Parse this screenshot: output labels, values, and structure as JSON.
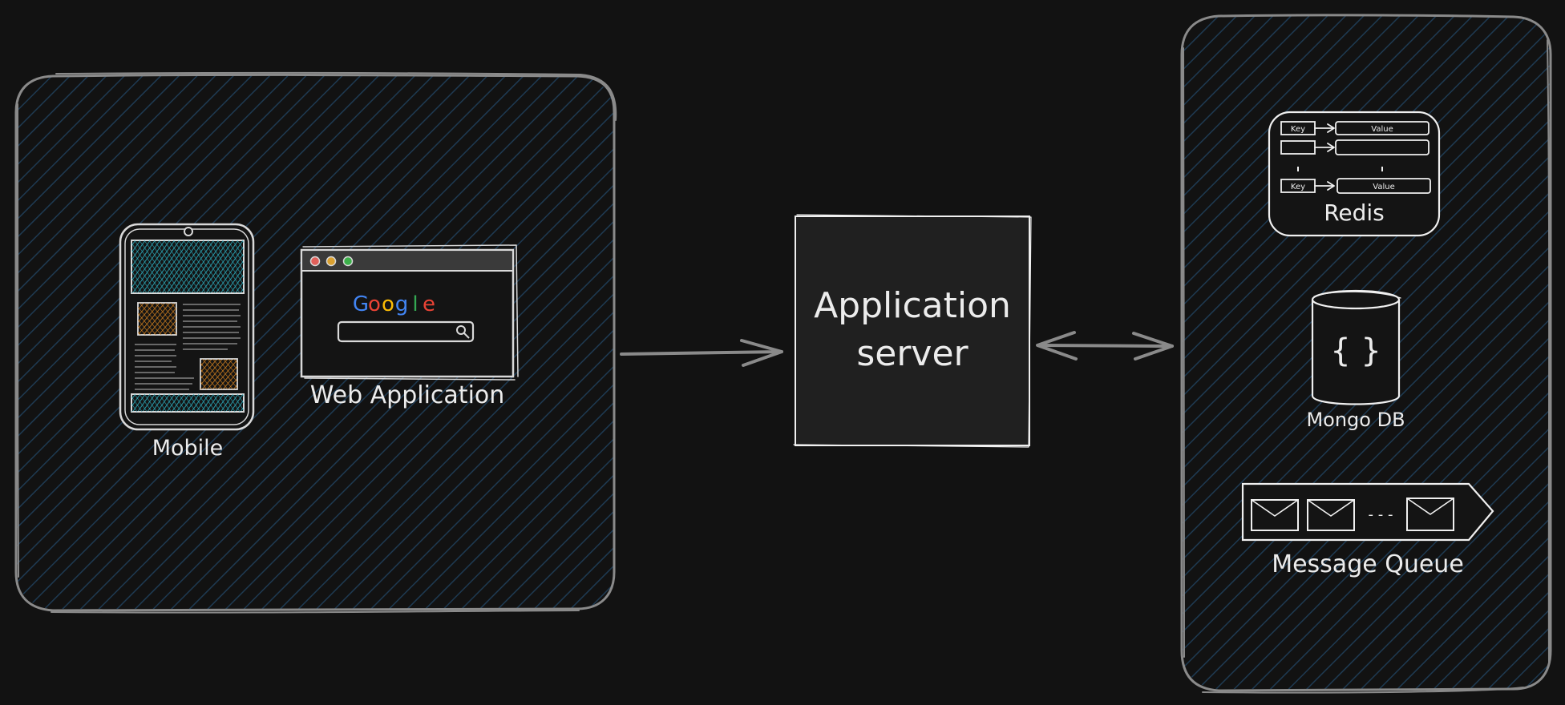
{
  "diagram": {
    "client_group": {
      "mobile_label": "Mobile",
      "web_label": "Web Application",
      "search_logo": {
        "letters": [
          "G",
          "o",
          "o",
          "g",
          "l",
          "e"
        ],
        "colors": [
          "#4285f4",
          "#ea4335",
          "#fbbc05",
          "#4285f4",
          "#34a853",
          "#ea4335"
        ]
      }
    },
    "server": {
      "line1": "Application",
      "line2": "server"
    },
    "backend_group": {
      "redis": {
        "label": "Redis",
        "key_label": "Key",
        "value_label": "Value"
      },
      "mongo": {
        "label": "Mongo DB",
        "symbol": "{ }"
      },
      "queue": {
        "label": "Message Queue",
        "ellipsis": "- - -"
      }
    },
    "colors": {
      "background": "#121212",
      "stroke": "#d9d9d9",
      "group_border": "#8a8a8a",
      "hatch": "#1e3a52",
      "server_fill": "#202020",
      "phone_screen_hatch": "#2aa5b5",
      "image_hatch": "#d2801e"
    }
  }
}
